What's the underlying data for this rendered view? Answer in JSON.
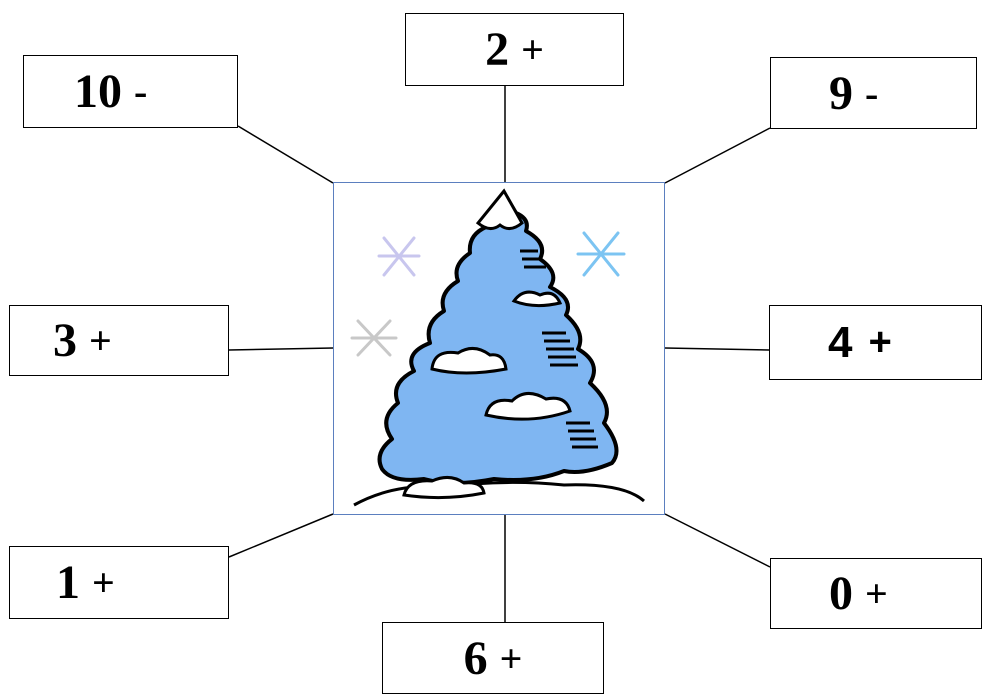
{
  "boxes": {
    "top": {
      "number": "2",
      "op": "+"
    },
    "tl": {
      "number": "10",
      "op": "-"
    },
    "tr": {
      "number": "9",
      "op": "-"
    },
    "ml": {
      "number": "3",
      "op": "+"
    },
    "mr": {
      "number": "4",
      "op": "+"
    },
    "bl": {
      "number": "1",
      "op": "+"
    },
    "br": {
      "number": "0",
      "op": "+"
    },
    "bottom": {
      "number": "6",
      "op": "+"
    }
  },
  "colors": {
    "tree_fill": "#7fb6f2",
    "frame_border": "#5b7fbf",
    "snowflake_blue": "#7cc4f2",
    "snowflake_lavender": "#c8c6ee",
    "snowflake_gray": "#c8c8c8"
  },
  "icons": [
    "christmas-tree-icon",
    "snowflake-icon"
  ]
}
